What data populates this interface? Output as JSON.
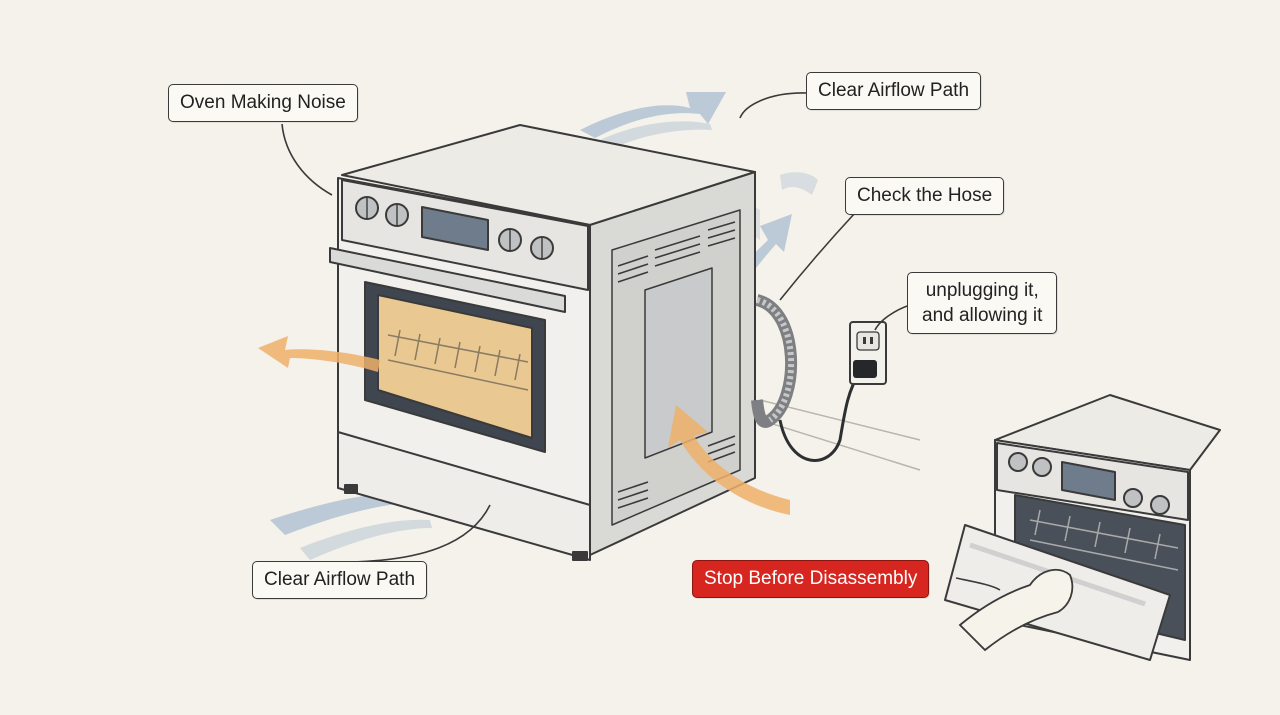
{
  "labels": {
    "oven_noise": "Oven Making Noise",
    "airflow_top": "Clear Airflow Path",
    "check_hose": "Check the Hose",
    "unplug_line1": "unplugging it,",
    "unplug_line2": "and allowing it",
    "airflow_bottom": "Clear Airflow Path",
    "stop": "Stop Before Disassembly"
  },
  "colors": {
    "background": "#f4f2ea",
    "ink": "#3a3a3a",
    "warm_arrow": "#eeb06a",
    "cool_arrow": "#9fb3c8",
    "warning": "#d6261f",
    "oven_window": "#e9c891"
  },
  "icons": [
    "oven-illustration",
    "power-outlet-icon",
    "power-plug-icon",
    "hand-icon",
    "airflow-arrow-icon",
    "heat-arrow-icon"
  ]
}
